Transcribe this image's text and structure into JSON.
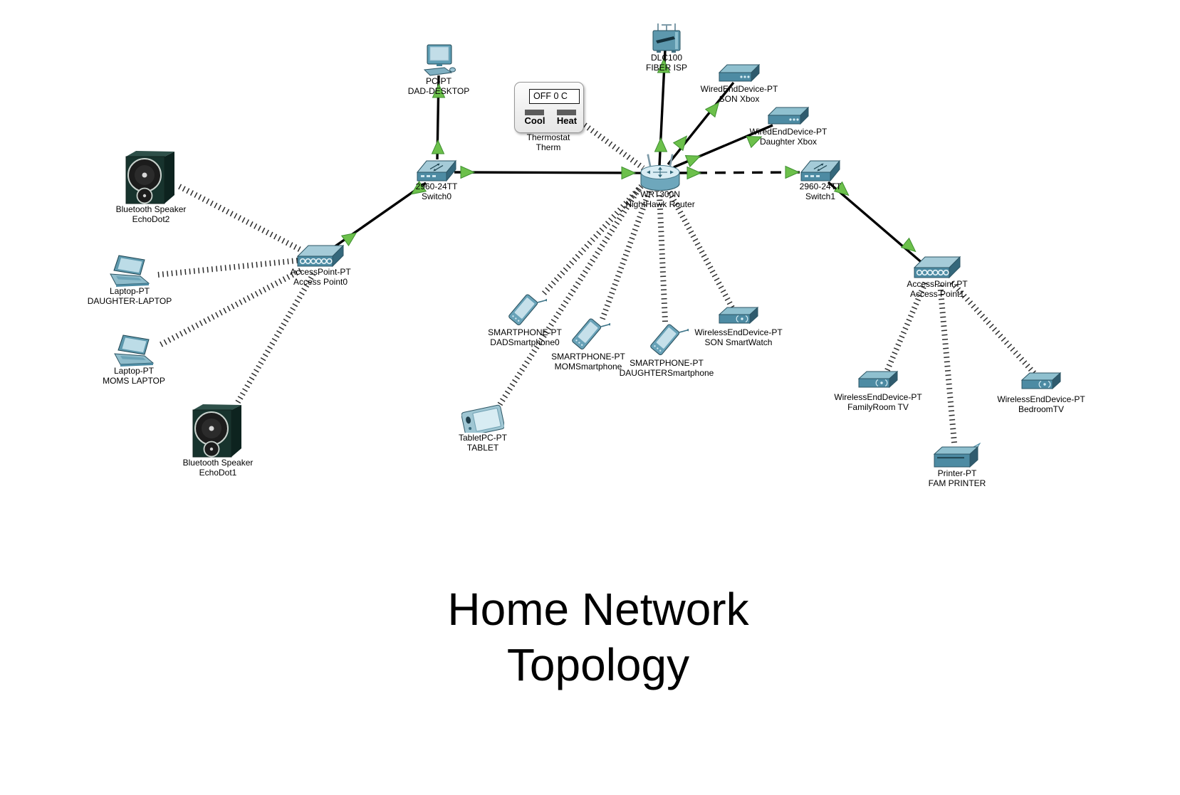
{
  "title": {
    "line1": "Home Network",
    "line2": "Topology"
  },
  "thermostat": {
    "display": "OFF 0 C",
    "cool_label": "Cool",
    "heat_label": "Heat"
  },
  "colors": {
    "background": "#ffffff",
    "device_teal": "#4d8ba3",
    "device_teal_light": "#8fc0cf",
    "link_black": "#000000",
    "status_arrow_green": "#6cc04b",
    "speaker_dark": "#17332d"
  },
  "devices": [
    {
      "model": "DLC100",
      "name": "FIBER ISP",
      "icon": "cable-modem-icon"
    },
    {
      "model": "PC-PT",
      "name": "DAD-DESKTOP",
      "icon": "desktop-pc-icon"
    },
    {
      "model": "Thermostat",
      "name": "Therm",
      "icon": "thermostat-icon"
    },
    {
      "model": "WiredEndDevice-PT",
      "name": "SON Xbox",
      "icon": "wired-end-device-icon"
    },
    {
      "model": "WiredEndDevice-PT",
      "name": "Daughter Xbox",
      "icon": "wired-end-device-icon"
    },
    {
      "model": "2960-24TT",
      "name": "Switch0",
      "icon": "switch-icon"
    },
    {
      "model": "WRT300N",
      "name": "NightHawk Router",
      "icon": "wireless-router-icon"
    },
    {
      "model": "2960-24TT",
      "name": "Switch1",
      "icon": "switch-icon"
    },
    {
      "model": "AccessPoint-PT",
      "name": "Access Point0",
      "icon": "access-point-icon"
    },
    {
      "model": "AccessPoint-PT",
      "name": "Access Point1",
      "icon": "access-point-icon"
    },
    {
      "model": "Bluetooth Speaker",
      "name": "EchoDot2",
      "icon": "bluetooth-speaker-icon"
    },
    {
      "model": "Laptop-PT",
      "name": "DAUGHTER-LAPTOP",
      "icon": "laptop-icon"
    },
    {
      "model": "Laptop-PT",
      "name": "MOMS LAPTOP",
      "icon": "laptop-icon"
    },
    {
      "model": "Bluetooth Speaker",
      "name": "EchoDot1",
      "icon": "bluetooth-speaker-icon"
    },
    {
      "model": "SMARTPHONE-PT",
      "name": "DADSmartphone0",
      "icon": "smartphone-icon"
    },
    {
      "model": "SMARTPHONE-PT",
      "name": "MOMSmartphone",
      "icon": "smartphone-icon"
    },
    {
      "model": "SMARTPHONE-PT",
      "name": "DAUGHTERSmartphone",
      "icon": "smartphone-icon"
    },
    {
      "model": "WirelessEndDevice-PT",
      "name": "SON SmartWatch",
      "icon": "wireless-end-device-icon"
    },
    {
      "model": "TabletPC-PT",
      "name": "TABLET",
      "icon": "tablet-icon"
    },
    {
      "model": "WirelessEndDevice-PT",
      "name": "FamilyRoom TV",
      "icon": "wireless-end-device-icon"
    },
    {
      "model": "WirelessEndDevice-PT",
      "name": "BedroomTV",
      "icon": "wireless-end-device-icon"
    },
    {
      "model": "Printer-PT",
      "name": "FAM PRINTER",
      "icon": "printer-icon"
    }
  ]
}
